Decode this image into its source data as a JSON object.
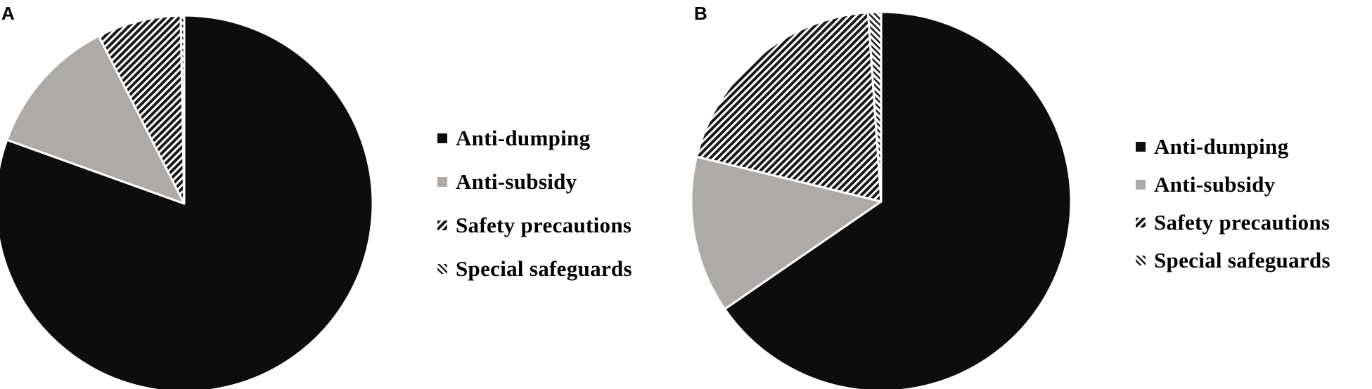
{
  "colors": {
    "anti_dumping": "#0d0d0d",
    "anti_subsidy": "#adaaa8",
    "hatch_dark": "#1a1a1a",
    "hatch_light": "#ffffff",
    "slice_border": "#ffffff"
  },
  "chart_data": [
    {
      "panel_label": "A",
      "type": "pie",
      "title": "",
      "start_angle_deg": 0,
      "direction": "clockwise",
      "legend_position": "right",
      "slices": [
        {
          "name": "Anti-dumping",
          "value": 80.5,
          "fill": "solid",
          "color": "#0d0d0d"
        },
        {
          "name": "Anti-subsidy",
          "value": 12.0,
          "fill": "solid",
          "color": "#adaaa8"
        },
        {
          "name": "Safety precautions",
          "value": 7.2,
          "fill": "hatch",
          "color": "#1a1a1a"
        },
        {
          "name": "Special safeguards",
          "value": 0.3,
          "fill": "hatch",
          "color": "#1a1a1a"
        }
      ]
    },
    {
      "panel_label": "B",
      "type": "pie",
      "title": "",
      "start_angle_deg": 0,
      "direction": "clockwise",
      "legend_position": "right",
      "slices": [
        {
          "name": "Anti-dumping",
          "value": 65.4,
          "fill": "solid",
          "color": "#0d0d0d"
        },
        {
          "name": "Anti-subsidy",
          "value": 13.4,
          "fill": "solid",
          "color": "#adaaa8"
        },
        {
          "name": "Safety precautions",
          "value": 20.1,
          "fill": "hatch",
          "color": "#1a1a1a"
        },
        {
          "name": "Special safeguards",
          "value": 1.1,
          "fill": "hatch",
          "color": "#1a1a1a"
        }
      ]
    }
  ]
}
